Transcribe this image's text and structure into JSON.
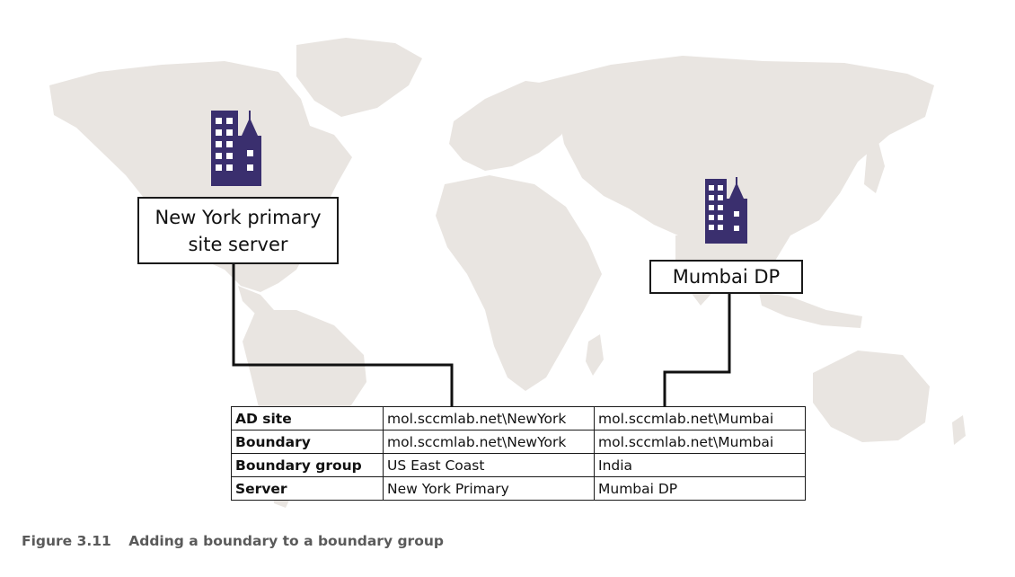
{
  "colors": {
    "map": "#e9e5e1",
    "building": "#3a2f6e",
    "line": "#111111"
  },
  "labels": {
    "ny_site": "New York primary site server",
    "ny_line1": "New York primary",
    "ny_line2": "site server",
    "mumbai": "Mumbai DP"
  },
  "table": {
    "rows": [
      {
        "header": "AD site",
        "newyork": "mol.sccmlab.net\\NewYork",
        "mumbai": "mol.sccmlab.net\\Mumbai"
      },
      {
        "header": "Boundary",
        "newyork": "mol.sccmlab.net\\NewYork",
        "mumbai": "mol.sccmlab.net\\Mumbai"
      },
      {
        "header": "Boundary group",
        "newyork": "US East Coast",
        "mumbai": "India"
      },
      {
        "header": "Server",
        "newyork": "New York Primary",
        "mumbai": "Mumbai DP"
      }
    ]
  },
  "caption": {
    "number": "Figure 3.11",
    "text": "Adding a boundary to a boundary group"
  },
  "icons": [
    "office-building-icon",
    "office-building-icon"
  ]
}
